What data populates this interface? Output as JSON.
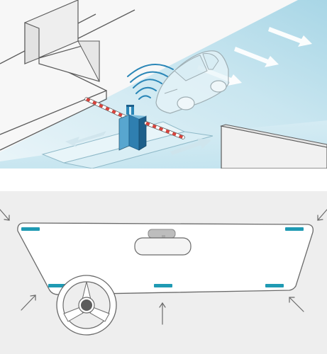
{
  "colors": {
    "road_light": "#dff0f6",
    "road_mid": "#b9dde9",
    "road_dark": "#9fcfe0",
    "barrier_red": "#d8423b",
    "barrier_white": "#ffffff",
    "pillar_blue": "#2f7fb0",
    "pillar_blue_dark": "#1d5f8a",
    "pillar_side": "#58a6cf",
    "antenna_blue": "#2a86b7",
    "sticker_teal": "#1f9ab3",
    "line_gray": "#5c5c5c",
    "arrow_white": "#ffffff",
    "panel_gray": "#eeeeee",
    "interior_gray": "#f1f1f1"
  },
  "icons": {
    "barrier_gate": "barrier-gate-icon",
    "car": "car-icon",
    "wifi_waves": "signal-waves-icon",
    "steering_wheel": "steering-wheel-icon",
    "rearview_mirror": "rearview-mirror-icon",
    "pointer_arrow": "pointer-arrow-icon"
  },
  "windshield_stickers": [
    {
      "position": "top-left"
    },
    {
      "position": "top-right"
    },
    {
      "position": "bottom-left"
    },
    {
      "position": "bottom-center"
    },
    {
      "position": "bottom-right"
    }
  ],
  "pointer_arrows": [
    {
      "target": "top-left"
    },
    {
      "target": "top-right"
    },
    {
      "target": "bottom-left"
    },
    {
      "target": "bottom-center"
    },
    {
      "target": "bottom-right"
    }
  ]
}
